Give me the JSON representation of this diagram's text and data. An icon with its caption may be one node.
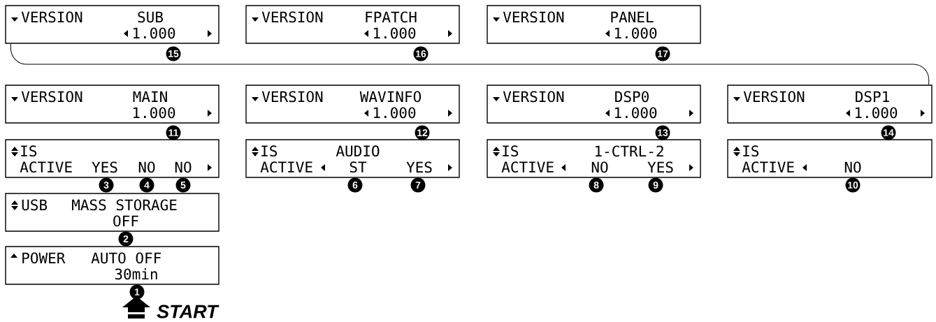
{
  "diagram": {
    "nodes": [
      {
        "text": [
          "VERSION",
          "SUB",
          "1.000"
        ]
      },
      {
        "text": [
          "VERSION",
          "FPATCH",
          "1.000"
        ]
      },
      {
        "text": [
          "VERSION",
          "PANEL",
          "1.000"
        ]
      },
      {
        "text": [
          "VERSION",
          "MAIN",
          "1.000"
        ]
      },
      {
        "text": [
          "VERSION",
          "WAVINFO",
          "1.000"
        ]
      },
      {
        "text": [
          "VERSION",
          "DSP0",
          "1.000"
        ]
      },
      {
        "text": [
          "VERSION",
          "DSP1",
          "1.000"
        ]
      },
      {
        "text": [
          "IS ACTIVE",
          "YES",
          "NO",
          "NO"
        ]
      },
      {
        "text": [
          "IS ACTIVE",
          "AUDIO ST",
          "YES"
        ]
      },
      {
        "text": [
          "IS ACTIVE",
          "1-CTRL-2",
          "NO",
          "YES"
        ]
      },
      {
        "text": [
          "IS ACTIVE",
          "NO"
        ]
      },
      {
        "text": [
          "USB",
          "MASS STORAGE",
          "OFF"
        ]
      },
      {
        "text": [
          "POWER",
          "AUTO OFF",
          "30min"
        ]
      }
    ],
    "edges": [
      {
        "from": 6,
        "to": 0,
        "arrow": "none"
      }
    ],
    "labels": [
      "15",
      "16",
      "17",
      "11",
      "12",
      "13",
      "14",
      "3",
      "4",
      "5",
      "6",
      "7",
      "8",
      "9",
      "10",
      "2",
      "1",
      "START"
    ]
  }
}
